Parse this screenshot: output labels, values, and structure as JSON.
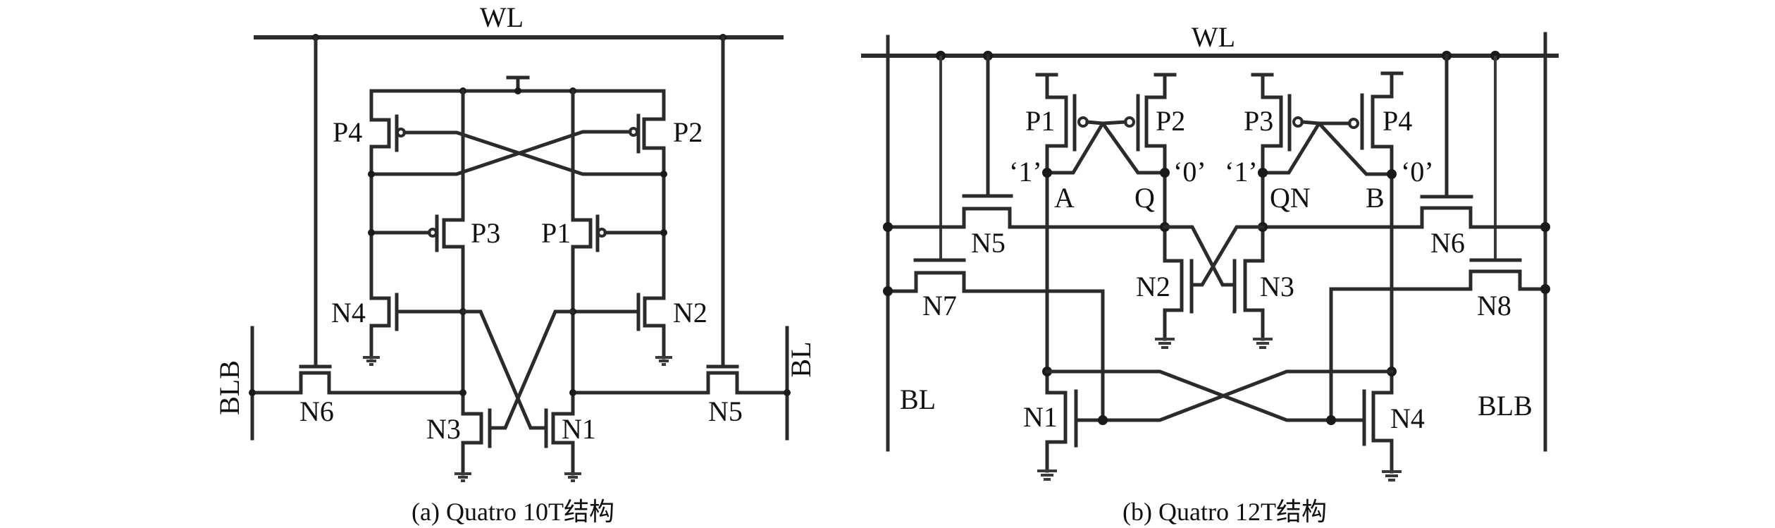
{
  "figure": {
    "panel_a": {
      "caption": "(a) Quatro 10T结构",
      "wordline": "WL",
      "bitline_left": "BLB",
      "bitline_right": "BL",
      "transistors": {
        "P1": "P1",
        "P2": "P2",
        "P3": "P3",
        "P4": "P4",
        "N1": "N1",
        "N2": "N2",
        "N3": "N3",
        "N4": "N4",
        "N5": "N5",
        "N6": "N6"
      }
    },
    "panel_b": {
      "caption": "(b) Quatro 12T结构",
      "wordline": "WL",
      "bitline_left": "BL",
      "bitline_right": "BLB",
      "transistors": {
        "P1": "P1",
        "P2": "P2",
        "P3": "P3",
        "P4": "P4",
        "N1": "N1",
        "N2": "N2",
        "N3": "N3",
        "N4": "N4",
        "N5": "N5",
        "N6": "N6",
        "N7": "N7",
        "N8": "N8"
      },
      "nodes": {
        "A": "A",
        "Q": "Q",
        "QN": "QN",
        "B": "B",
        "A_value": "‘1’",
        "Q_value": "‘0’",
        "QN_value": "‘1’",
        "B_value": "‘0’"
      }
    }
  }
}
